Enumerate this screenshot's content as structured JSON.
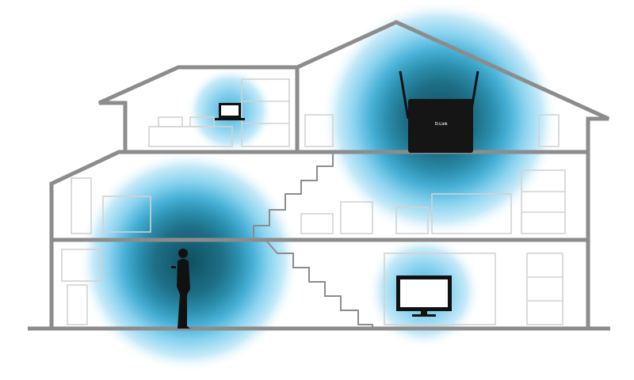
{
  "scene": {
    "router_logo": "D-Link",
    "colors": {
      "wall": "#8c8c8c",
      "furniture": "#d2d2d2",
      "signal_outer": "#bfe6f5",
      "signal_mid": "#6cc3e6",
      "signal_inner": "#1e6e86",
      "device": "#111111"
    },
    "devices": [
      "router",
      "laptop",
      "smartphone-user",
      "tv"
    ]
  }
}
